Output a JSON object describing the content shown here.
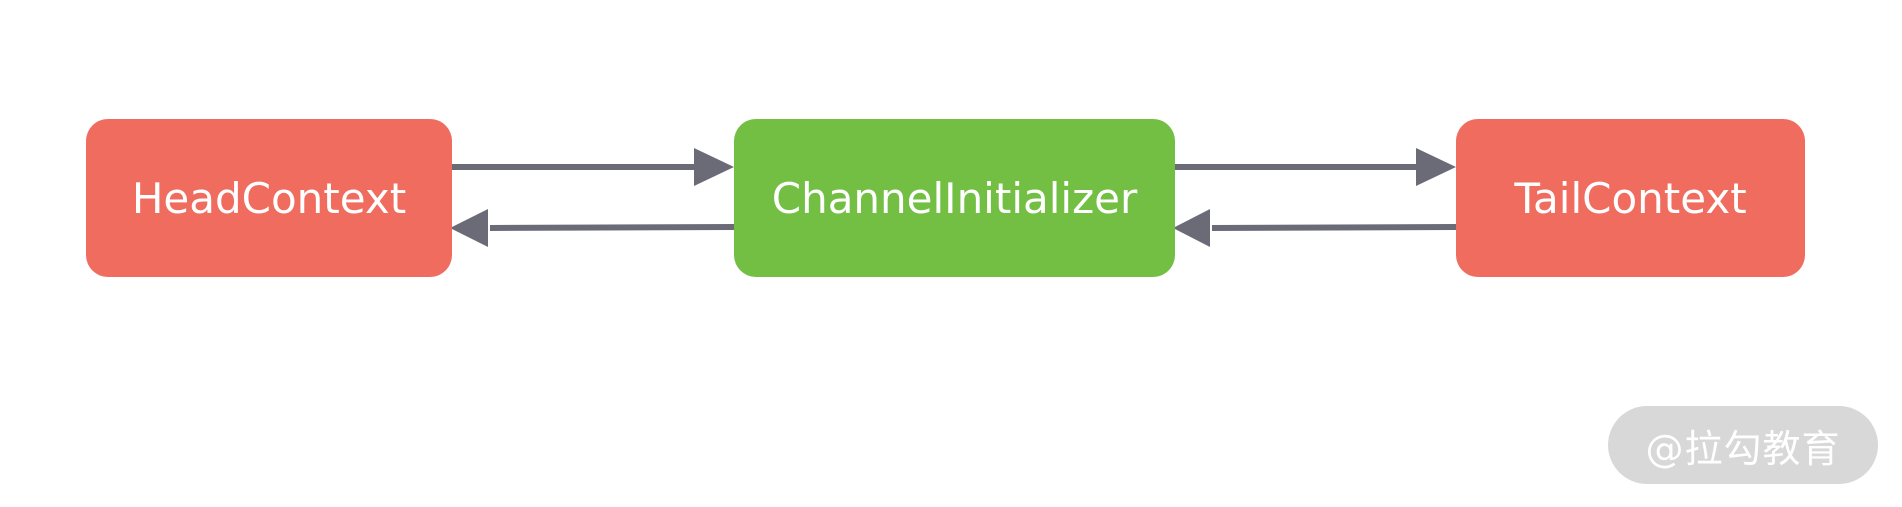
{
  "nodes": {
    "head": {
      "label": "HeadContext",
      "color": "#ef6c5f"
    },
    "initializer": {
      "label": "ChannelInitializer",
      "color": "#72bf44"
    },
    "tail": {
      "label": "TailContext",
      "color": "#ef6c5f"
    }
  },
  "arrow_color": "#6b6b78",
  "watermark": {
    "text": "@拉勾教育"
  }
}
